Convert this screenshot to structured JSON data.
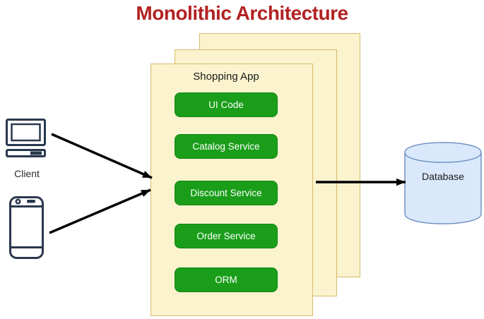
{
  "title": {
    "text": "Monolithic Architecture",
    "color": "#B22222"
  },
  "client": {
    "label": "Client",
    "icon_color": "#2A384E",
    "devices": [
      "desktop-computer",
      "smartphone"
    ]
  },
  "app": {
    "label": "Shopping App",
    "components": [
      "UI Code",
      "Catalog Service",
      "Discount Service",
      "Order Service",
      "ORM"
    ],
    "stack_layer_count": 3,
    "fill": "#FAF3CE",
    "border": "#D6BB6A",
    "component_fill": "#1A9E1A",
    "component_text_color": "#FFFFFF"
  },
  "database": {
    "label": "Database",
    "fill": "#DAE8FC",
    "border": "#6C8EBF"
  },
  "arrows": {
    "color": "#000000",
    "connections": [
      {
        "from": "desktop-computer",
        "to": "shopping-app"
      },
      {
        "from": "smartphone",
        "to": "shopping-app"
      },
      {
        "from": "shopping-app",
        "to": "database"
      }
    ]
  }
}
